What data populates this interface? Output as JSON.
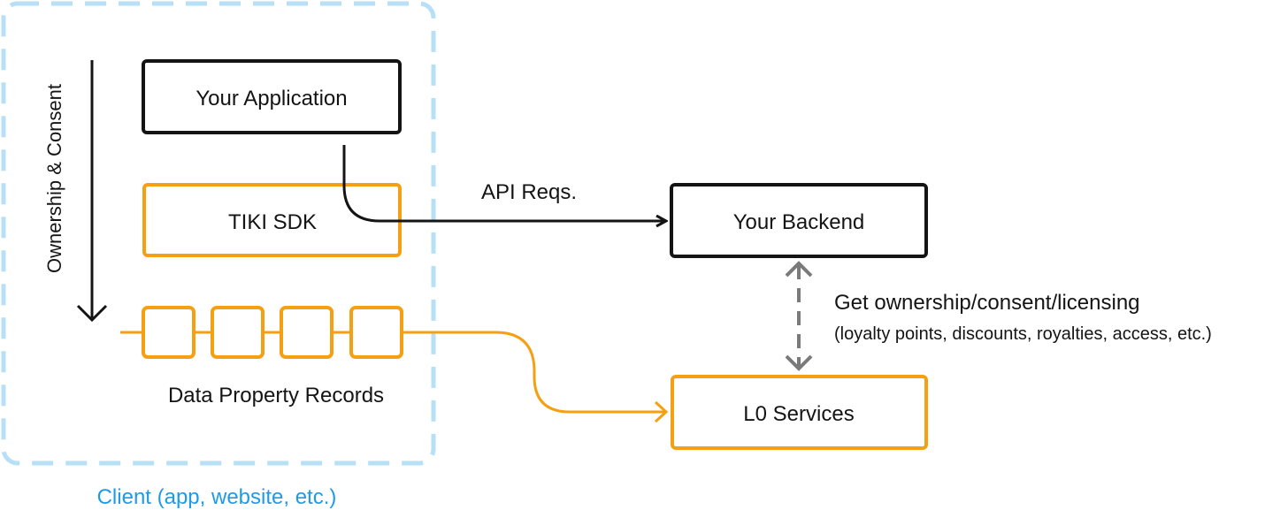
{
  "client": {
    "label": "Client (app, website, etc.)"
  },
  "flow": {
    "label": "Ownership & Consent"
  },
  "nodes": {
    "your_application": "Your Application",
    "tiki_sdk": "TIKI SDK",
    "data_property_records": "Data Property Records",
    "your_backend": "Your Backend",
    "l0_services": "L0 Services"
  },
  "edges": {
    "api_requests": "API Reqs.",
    "get_ownership": "Get ownership/consent/licensing",
    "get_ownership_detail": "(loyalty points, discounts, royalties, access, etc.)"
  },
  "colors": {
    "dark": "#141414",
    "orange": "#f5a012",
    "client_border": "#b7e0f7",
    "client_text": "#1e9be6",
    "dashed_gray": "#7a7a7a"
  }
}
